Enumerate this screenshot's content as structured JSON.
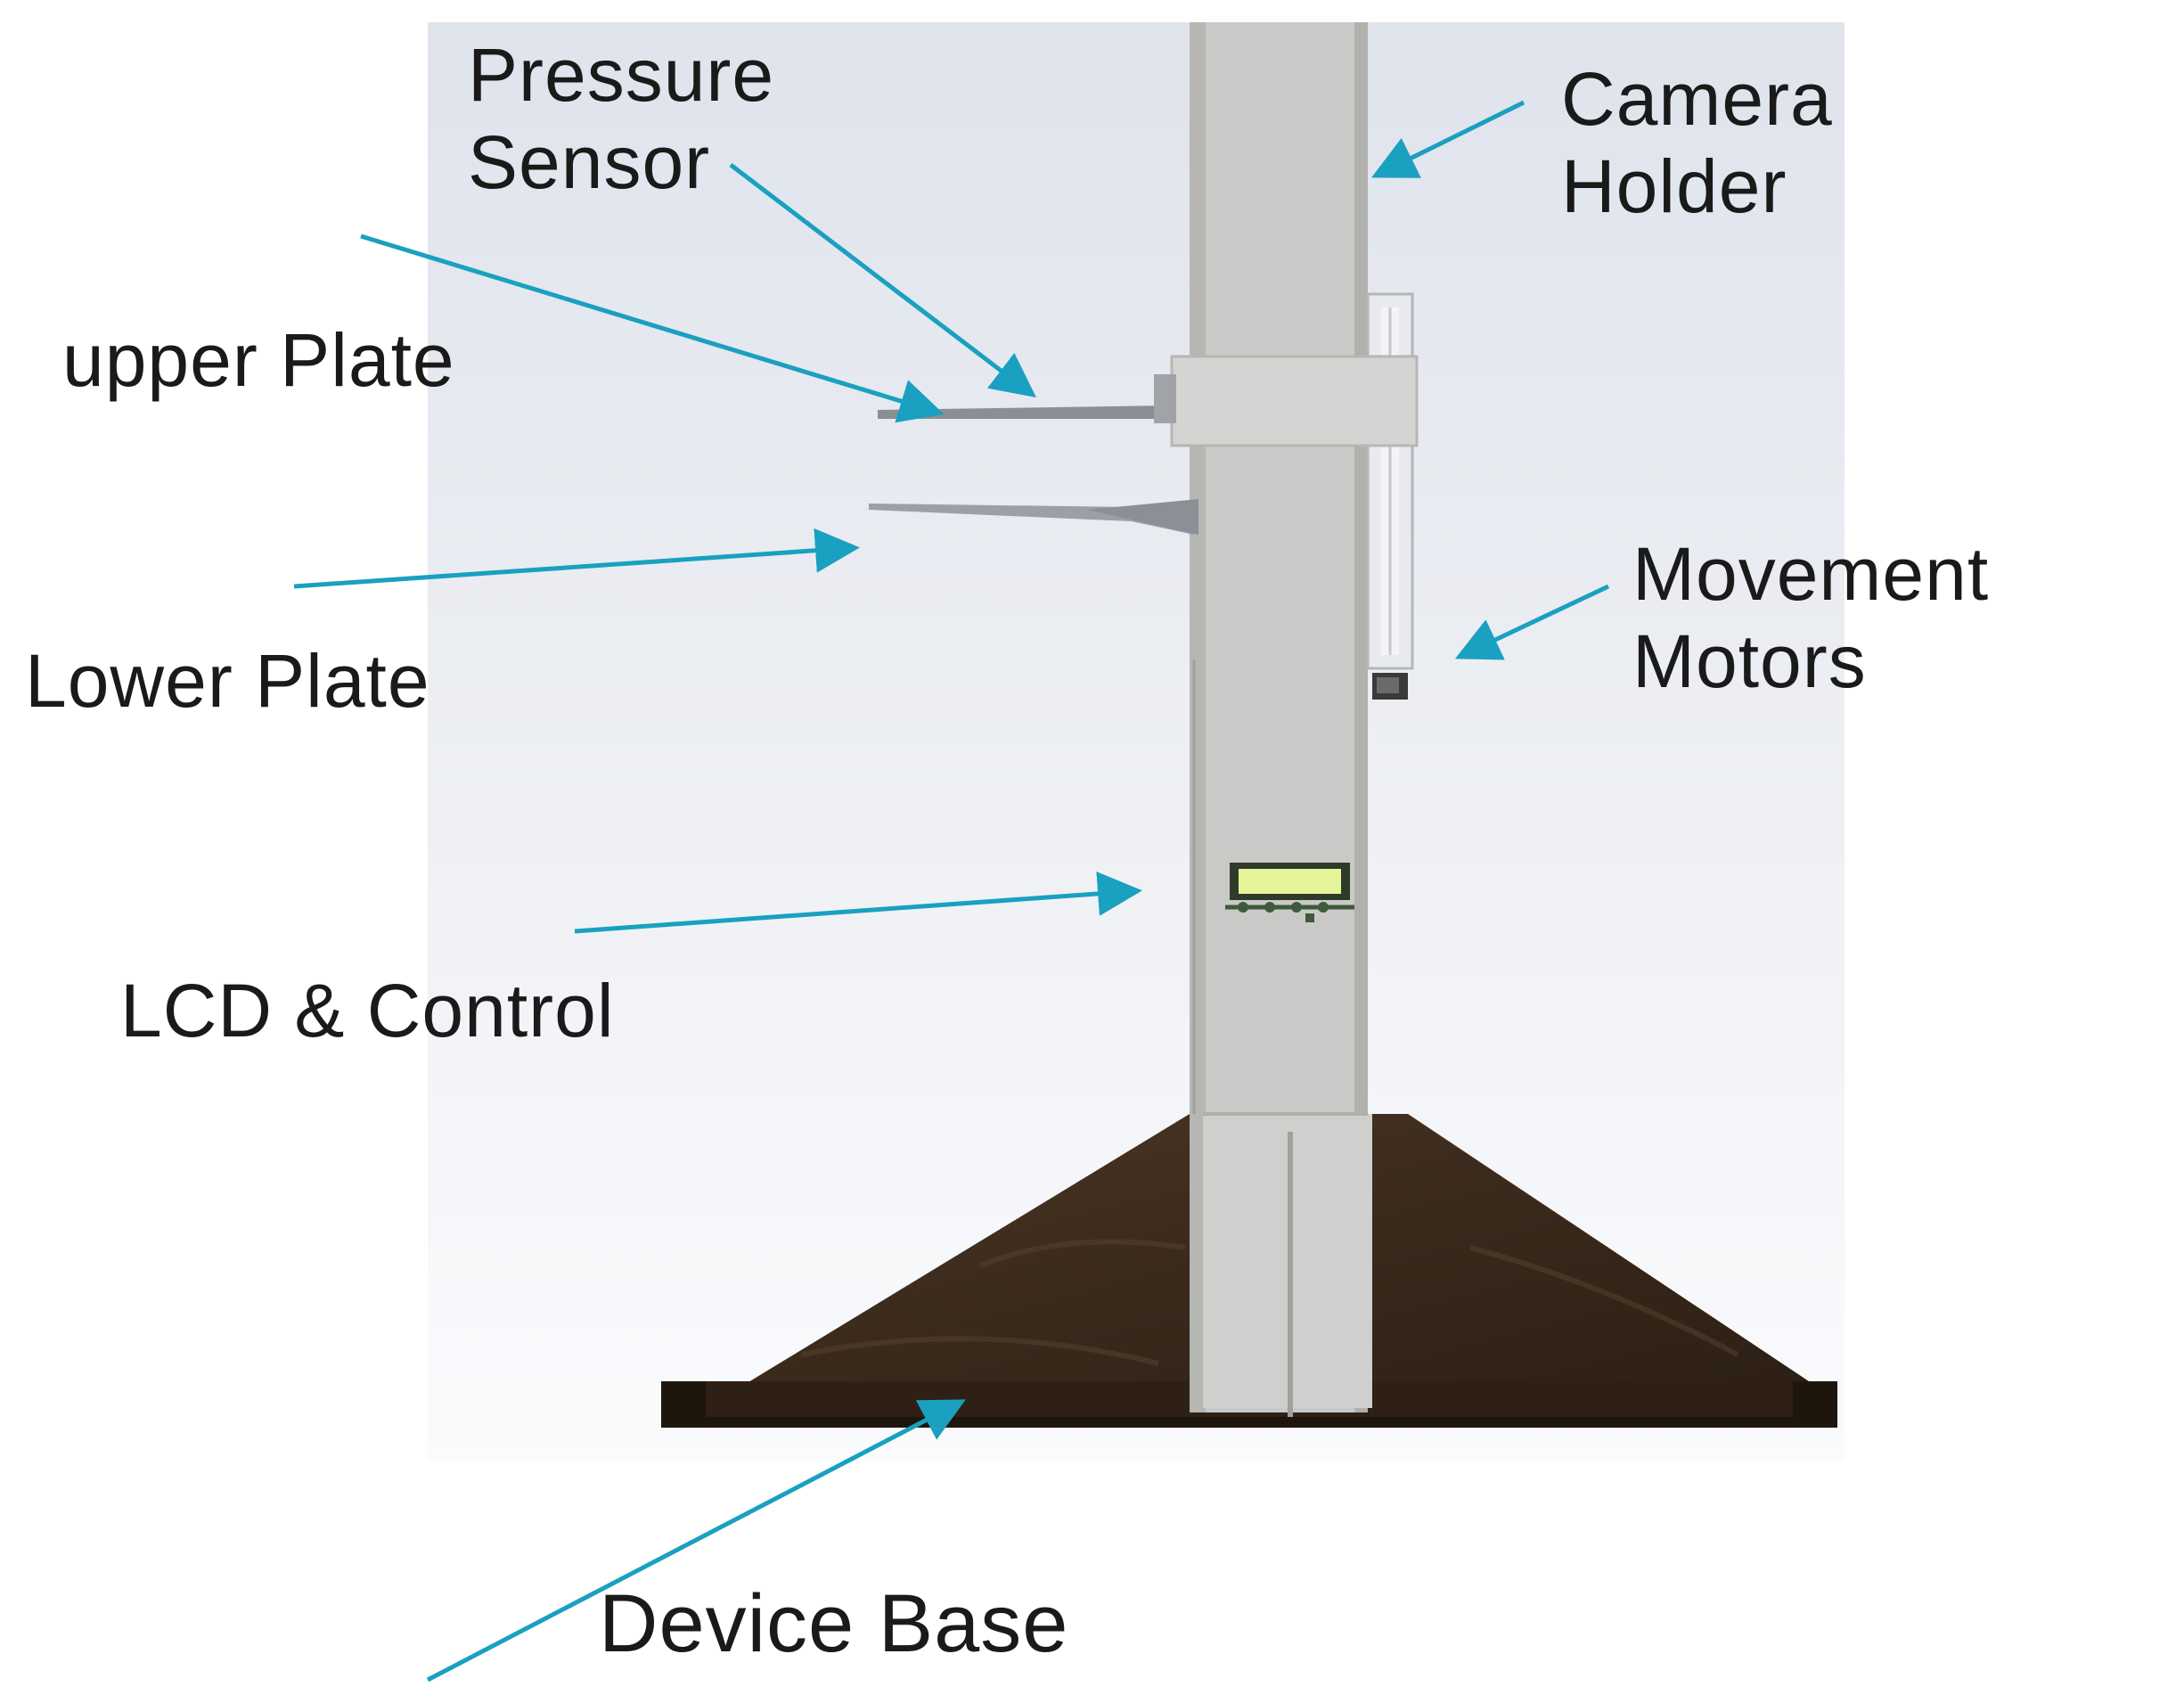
{
  "labels": {
    "pressure_sensor": [
      "Pressure",
      "Sensor"
    ],
    "camera_holder": [
      "Camera",
      "Holder"
    ],
    "upper_plate": "upper Plate",
    "lower_plate": "Lower Plate",
    "movement_motors": [
      "Movement",
      "Motors"
    ],
    "lcd_control": "LCD & Control",
    "device_base": "Device Base"
  },
  "colors": {
    "arrow": "#1aa0c0",
    "column": "#c9c9c7",
    "column_shadow": "#a9a9a6",
    "base": "#3a2a1c",
    "base_dark": "#1e150d",
    "lcd_screen": "#e6f59a",
    "background_top": "#dfe3ec",
    "background_bottom": "#fafbfd"
  }
}
